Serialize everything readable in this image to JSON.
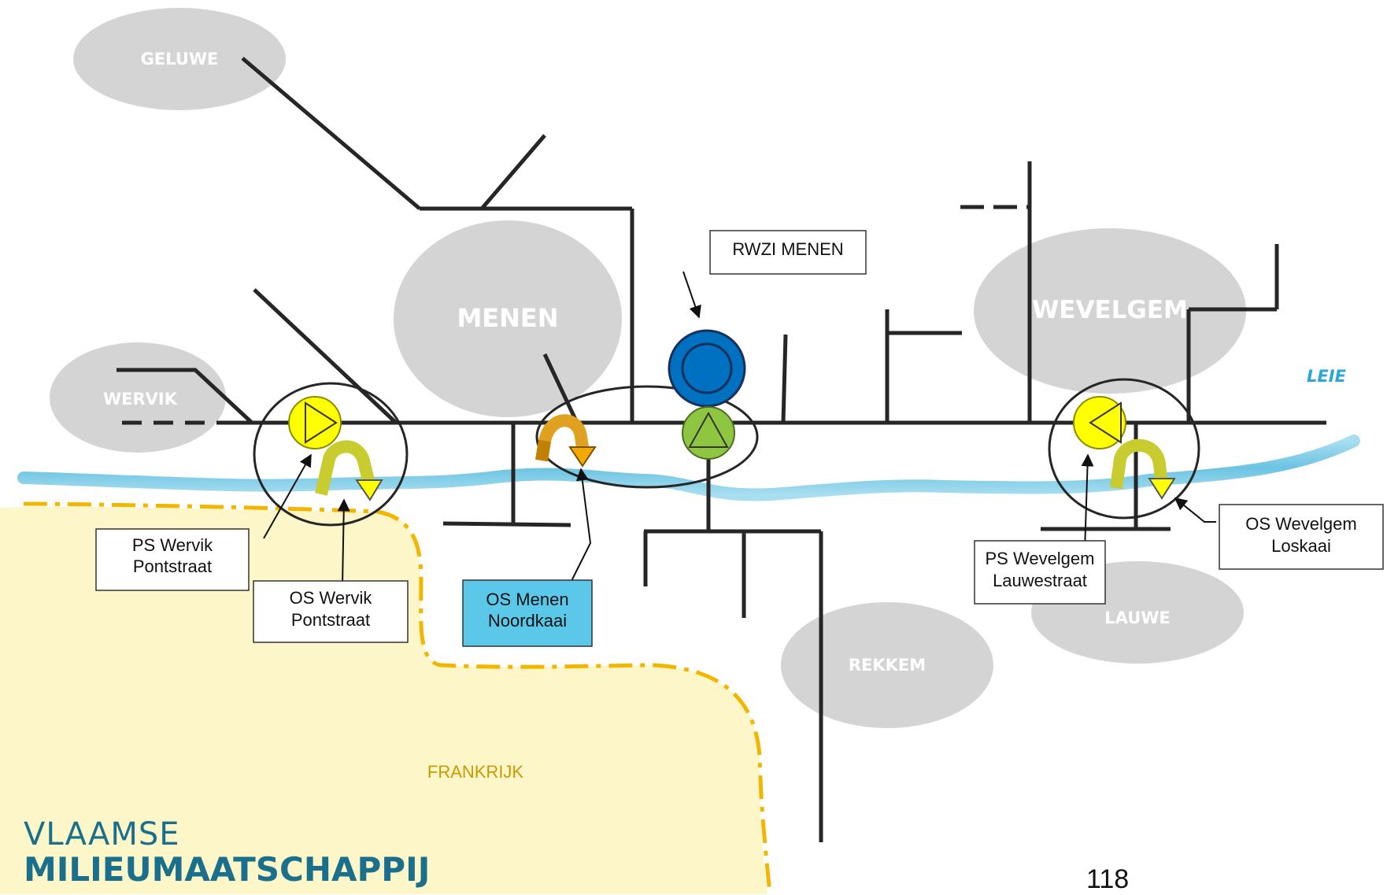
{
  "towns": {
    "geluwe": "GELUWE",
    "menen": "MENEN",
    "wervik": "WERVIK",
    "wevelgem": "WEVELGEM",
    "rekkem": "REKKEM",
    "lauwe": "LAUWE"
  },
  "river": "LEIE",
  "country": "FRANKRIJK",
  "labels": {
    "rwzi": "RWZI MENEN",
    "ps_wervik": [
      "PS Wervik",
      "Pontstraat"
    ],
    "os_wervik": [
      "OS Wervik",
      "Pontstraat"
    ],
    "os_menen": [
      "OS Menen",
      "Noordkaai"
    ],
    "ps_wevelgem": [
      "PS Wevelgem",
      "Lauwestraat"
    ],
    "os_wevelgem": [
      "OS Wevelgem",
      "Loskaai"
    ]
  },
  "logo": {
    "line1": "VLAAMSE",
    "line2": "MILIEUMAATSCHAPPIJ"
  },
  "page_number": "118",
  "colors": {
    "town_gray": "#d4d4d4",
    "river_blue": "#7fcbe6",
    "france_fill": "#fdf6c8",
    "border_dash": "#f2b600",
    "pump_yellow": "#ffff00",
    "overflow_orange": "#f5a800",
    "rwzi_blue": "#0070c0",
    "rwzi_green": "#8ec641",
    "os_menen_box": "#5bc8ea",
    "pipe": "#262626",
    "logo_blue": "#1a6f8c"
  }
}
